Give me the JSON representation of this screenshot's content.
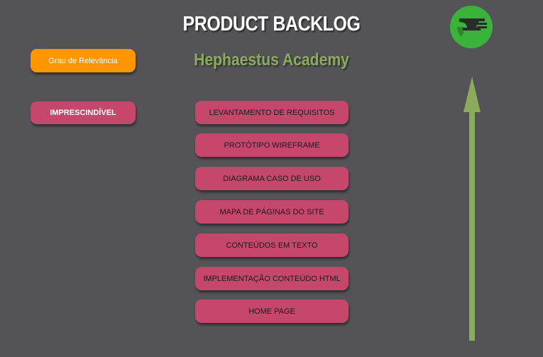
{
  "header": {
    "title": "PRODUCT BACKLOG",
    "subtitle": "Hephaestus Academy"
  },
  "legend": {
    "relevance_label": "Grau de Relevância",
    "priority_label": "IMPRESCINDÍVEL"
  },
  "backlog_items": [
    "LEVANTAMENTO DE REQUISITOS",
    "PROTÓTIPO WIREFRAME",
    "DIAGRAMA CASO DE USO",
    "MAPA DE PÁGINAS DO SITE",
    "CONTEÚDOS EM TEXTO",
    "IMPLEMENTAÇÃO CONTEÚDO HTML",
    "HOME PAGE"
  ],
  "colors": {
    "background": "#545458",
    "item_fill": "#c5476b",
    "legend_fill": "#ff9600",
    "subtitle_text": "#8aac5a",
    "arrow": "#8aac5a",
    "logo_green": "#3ab33a"
  },
  "icons": {
    "logo": "anvil-logo-icon",
    "arrow": "up-arrow-icon"
  }
}
